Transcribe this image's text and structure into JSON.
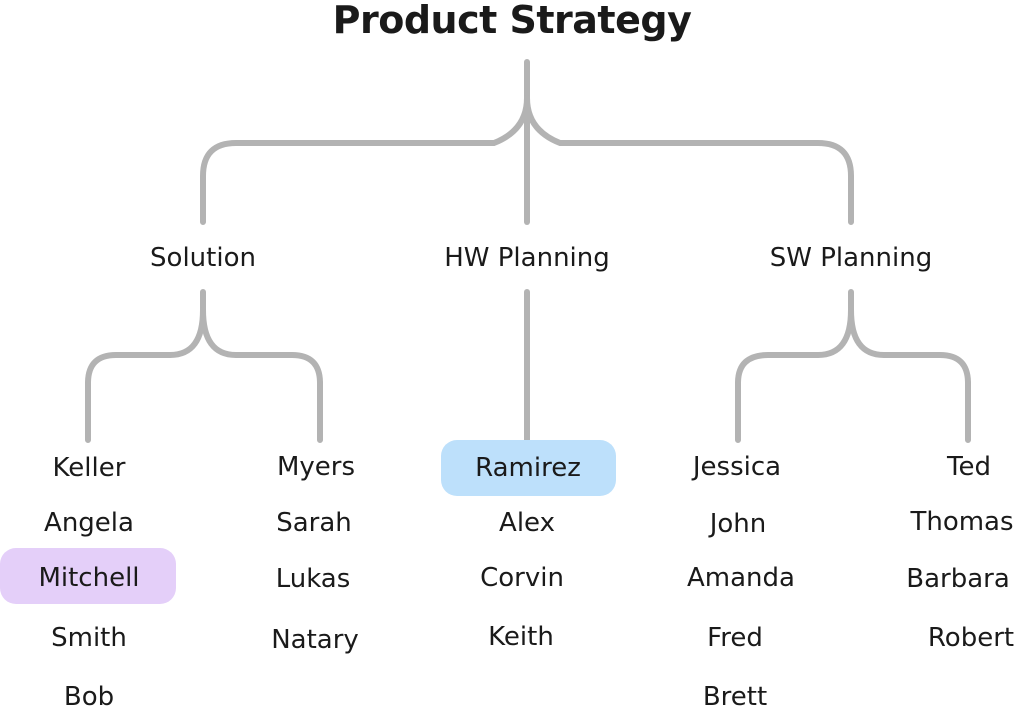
{
  "title": "Product Strategy",
  "colors": {
    "connector": "#b3b3b3",
    "highlight_ramirez": "#bde0fb",
    "highlight_mitchell": "#e4cff9"
  },
  "departments": [
    {
      "name": "Solution",
      "teams": [
        {
          "members": [
            "Keller",
            "Angela",
            "Mitchell",
            "Smith",
            "Bob"
          ],
          "highlighted": "Mitchell"
        },
        {
          "members": [
            "Myers",
            "Sarah",
            "Lukas",
            "Natary"
          ]
        }
      ]
    },
    {
      "name": "HW Planning",
      "teams": [
        {
          "members": [
            "Ramirez",
            "Alex",
            "Corvin",
            "Keith"
          ],
          "highlighted": "Ramirez"
        }
      ]
    },
    {
      "name": "SW Planning",
      "teams": [
        {
          "members": [
            "Jessica",
            "John",
            "Amanda",
            "Fred",
            "Brett"
          ]
        },
        {
          "members": [
            "Ted",
            "Thomas",
            "Barbara",
            "Robert"
          ]
        }
      ]
    }
  ]
}
